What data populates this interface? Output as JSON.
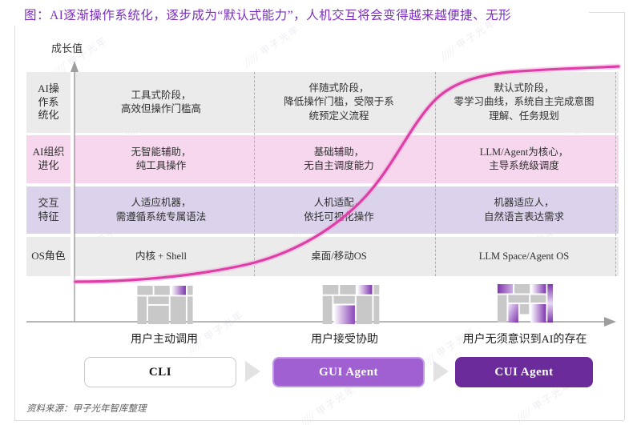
{
  "title": "图：AI逐渐操作系统化，逐步成为“默认式能力”，人机交互将会变得越来越便捷、无形",
  "axis": {
    "y_label": "成长值"
  },
  "watermark": {
    "hatch": "|||||",
    "text": "甲子光年"
  },
  "colors": {
    "title": "#7B2FBE",
    "text": "#2E2E2E",
    "band_gray": "#ECEBEB",
    "band_pink": "#F6D7ED",
    "band_lavender": "#DBD3EB",
    "curve": "#DE3FA6",
    "curve_glow": "#F2A9DB",
    "btn_gui": "#A160D2",
    "btn_cui": "#6B2B9B",
    "icon_gray": "#C9C8C8",
    "icon_purple": "#7E35AE",
    "axis": "#9E9E9E",
    "frame": "#DCDCDC",
    "source": "#5A5A5A"
  },
  "table": {
    "row_labels": [
      "AI操\n作系\n统化",
      "AI组织\n进化",
      "交互\n特征",
      "OS角色"
    ],
    "rows": [
      {
        "cells": [
          "工具式阶段，\n高效但操作门槛高",
          "伴随式阶段，\n降低操作门槛，受限于系\n统预定义流程",
          "默认式阶段，\n零学习曲线，系统自主完成意图\n理解、任务规划"
        ]
      },
      {
        "cells": [
          "无智能辅助，\n纯工具操作",
          "基础辅助，\n无自主调度能力",
          "LLM/Agent为核心，\n主导系统级调度"
        ]
      },
      {
        "cells": [
          "人适应机器，\n需遵循系统专属语法",
          "人机适配，\n依托可视化操作",
          "机器适应人，\n自然语言表达需求"
        ]
      },
      {
        "cells": [
          "内核 + Shell",
          "桌面/移动OS",
          "LLM Space/Agent OS"
        ]
      }
    ]
  },
  "stages": {
    "labels": [
      "用户主动调用",
      "用户接受协助",
      "用户无须意识到AI的存在"
    ],
    "buttons": [
      "CLI",
      "GUI Agent",
      "CUI Agent"
    ]
  },
  "source": "资料来源：甲子光年智库整理"
}
